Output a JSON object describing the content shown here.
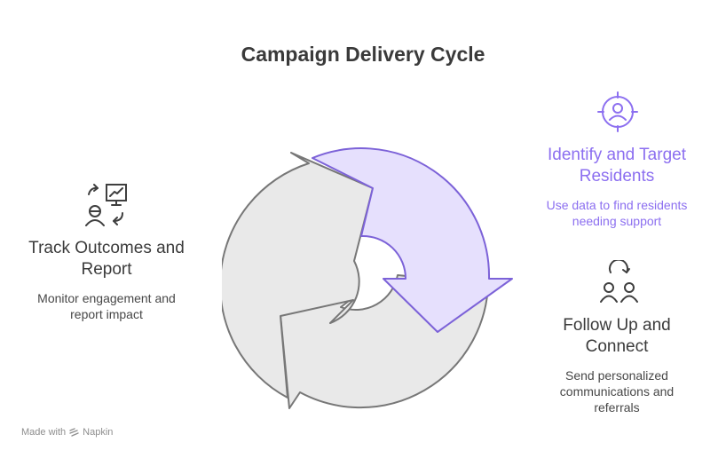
{
  "title": "Campaign Delivery Cycle",
  "steps": {
    "identify": {
      "title_line1": "Identify and Target",
      "title_line2": "Residents",
      "desc_line1": "Use data to find residents",
      "desc_line2": "needing support",
      "icon": "target-person-icon"
    },
    "followup": {
      "title_line1": "Follow Up and",
      "title_line2": "Connect",
      "desc_line1": "Send personalized",
      "desc_line2": "communications and",
      "desc_line3": "referrals",
      "icon": "two-people-refresh-icon"
    },
    "track": {
      "title_line1": "Track Outcomes and",
      "title_line2": "Report",
      "desc_line1": "Monitor engagement and",
      "desc_line2": "report impact",
      "icon": "person-chart-exchange-icon"
    }
  },
  "footer": {
    "made_with": "Made with",
    "brand": "Napkin"
  },
  "colors": {
    "accent": "#8c6ff0",
    "accent_fill": "#e6e0fd",
    "gray_fill": "#e9e9e9",
    "outline": "#777777"
  }
}
